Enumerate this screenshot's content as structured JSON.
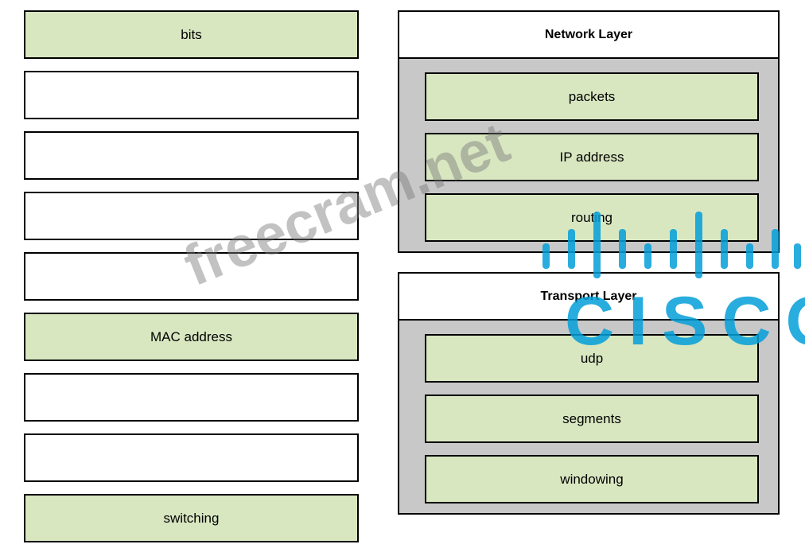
{
  "left_column": {
    "items": [
      {
        "label": "bits",
        "filled": true
      },
      {
        "label": "",
        "filled": false
      },
      {
        "label": "",
        "filled": false
      },
      {
        "label": "",
        "filled": false
      },
      {
        "label": "",
        "filled": false
      },
      {
        "label": "MAC address",
        "filled": true
      },
      {
        "label": "",
        "filled": false
      },
      {
        "label": "",
        "filled": false
      },
      {
        "label": "switching",
        "filled": true
      }
    ]
  },
  "network_layer": {
    "title": "Network Layer",
    "items": [
      "packets",
      "IP address",
      "routing"
    ]
  },
  "transport_layer": {
    "title": "Transport Layer",
    "items": [
      "udp",
      "segments",
      "windowing"
    ]
  },
  "watermark": {
    "text": "freecram.net",
    "logo_text": "CISCO",
    "logo_color": "#049fd9"
  },
  "colors": {
    "filled_box": "#d9e7c1",
    "group_background": "#c8c8c8",
    "border": "#000000"
  }
}
